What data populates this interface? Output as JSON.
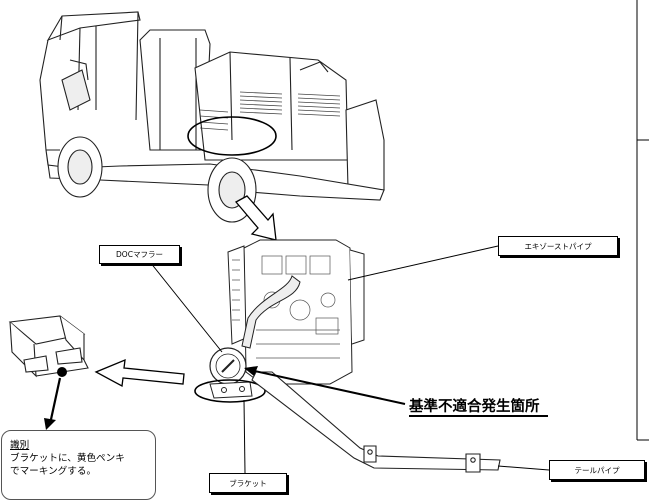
{
  "labels": {
    "doc_muffler": "DOCマフラー",
    "exhaust_pipe": "エキゾーストパイプ",
    "bracket": "ブラケット",
    "tail_pipe": "テールパイプ"
  },
  "callout": "基準不適合発生箇所",
  "note": {
    "title": "識別",
    "line1": "ブラケットに、黄色ペンキ",
    "line2": "でマーキングする。"
  }
}
